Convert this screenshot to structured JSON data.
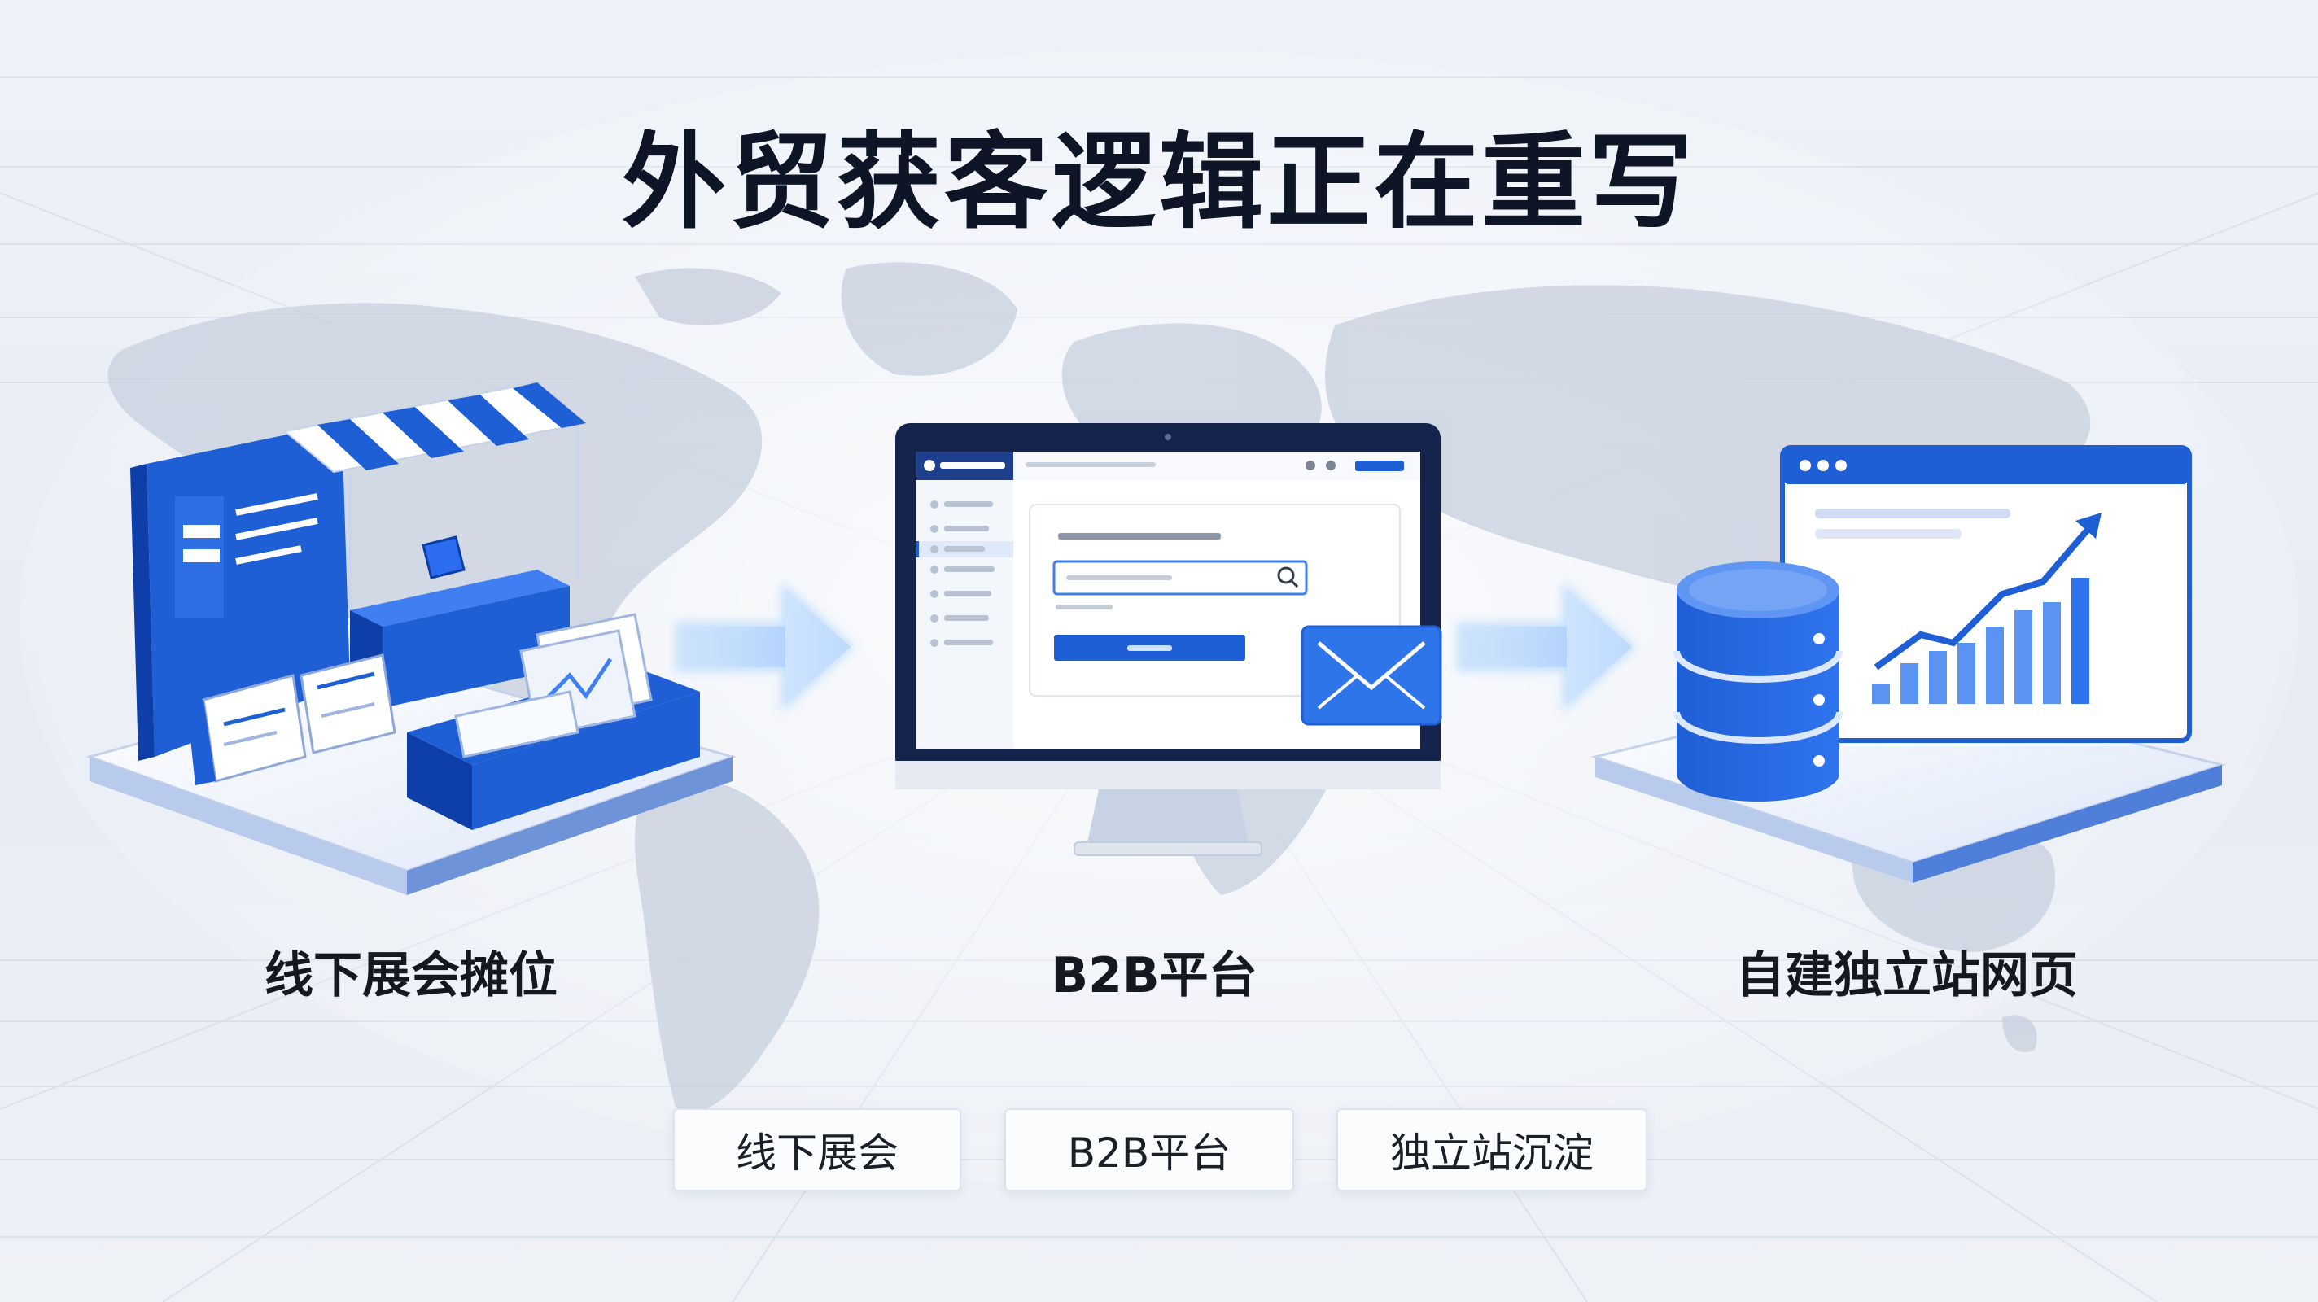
{
  "title": "外贸获客逻辑正在重写",
  "stages": [
    {
      "label": "线下展会摊位",
      "icon": "trade-show-booth-icon"
    },
    {
      "label": "B2B平台",
      "icon": "b2b-platform-monitor-icon"
    },
    {
      "label": "自建独立站网页",
      "icon": "independent-website-database-icon"
    }
  ],
  "chips": [
    "线下展会",
    "B2B平台",
    "独立站沉淀"
  ],
  "colors": {
    "brand_blue": "#1f5fd6",
    "dark_blue": "#0e3ea8",
    "light_blue": "#cfe0fb",
    "title": "#0d1526",
    "background": "#eef2f8"
  }
}
